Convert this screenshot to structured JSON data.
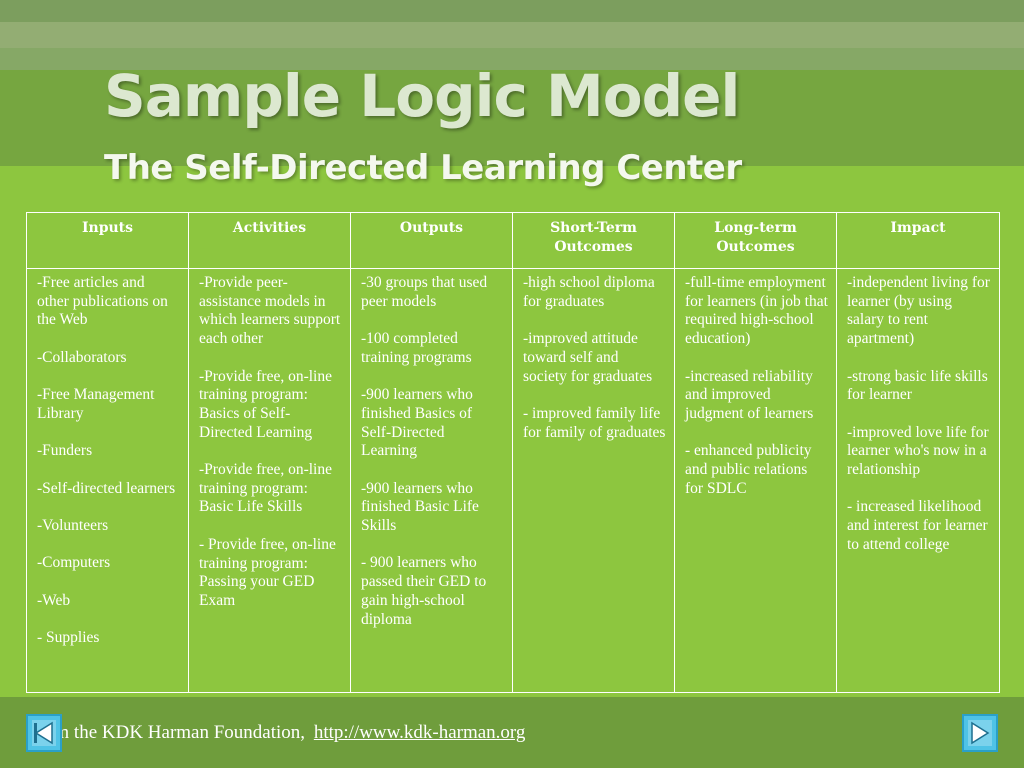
{
  "slide": {
    "title": "Sample Logic Model",
    "subtitle": "The Self-Directed Learning Center"
  },
  "table": {
    "columns": [
      {
        "header": "Inputs",
        "items": [
          "-Free articles and other publications on the Web",
          "-Collaborators",
          "-Free Management Library",
          "-Funders",
          "-Self-directed learners",
          "-Volunteers",
          "-Computers",
          "-Web",
          "- Supplies"
        ]
      },
      {
        "header": "Activities",
        "items": [
          "-Provide peer-assistance models in which learners support each other",
          "-Provide free, on-line training program: Basics of Self-Directed Learning",
          "-Provide free, on-line training program: Basic Life Skills",
          "- Provide free, on-line training program: Passing your GED Exam"
        ]
      },
      {
        "header": "Outputs",
        "items": [
          "-30 groups that used peer models",
          "-100 completed training programs",
          "-900 learners who finished Basics of Self-Directed Learning",
          "-900 learners who finished Basic Life Skills",
          "- 900 learners who passed their GED to gain high-school diploma"
        ]
      },
      {
        "header": "Short-Term Outcomes",
        "items": [
          "-high school diploma for graduates",
          "-improved attitude toward self and society for graduates",
          "- improved family life for family of graduates"
        ]
      },
      {
        "header": "Long-term Outcomes",
        "items": [
          "-full-time employment for learners (in job that required high-school education)",
          "-increased reliability and improved judgment of learners",
          "- enhanced publicity and public relations for SDLC"
        ]
      },
      {
        "header": "Impact",
        "items": [
          "-independent living for learner (by using salary to rent apartment)",
          "-strong basic life skills for learner",
          "-improved love life for learner who's now in a relationship",
          "- increased likelihood and interest for learner to attend college"
        ]
      }
    ]
  },
  "footer": {
    "text": "From the KDK Harman Foundation,",
    "link": "http://www.kdk-harman.org"
  },
  "nav": {
    "prev_icon": "previous-slide-icon",
    "next_icon": "next-slide-icon"
  },
  "colors": {
    "background": "#8dc63f",
    "title_band": "#76a640",
    "footer_band": "#6f9d3c",
    "nav_button": "#4fc3e6"
  }
}
